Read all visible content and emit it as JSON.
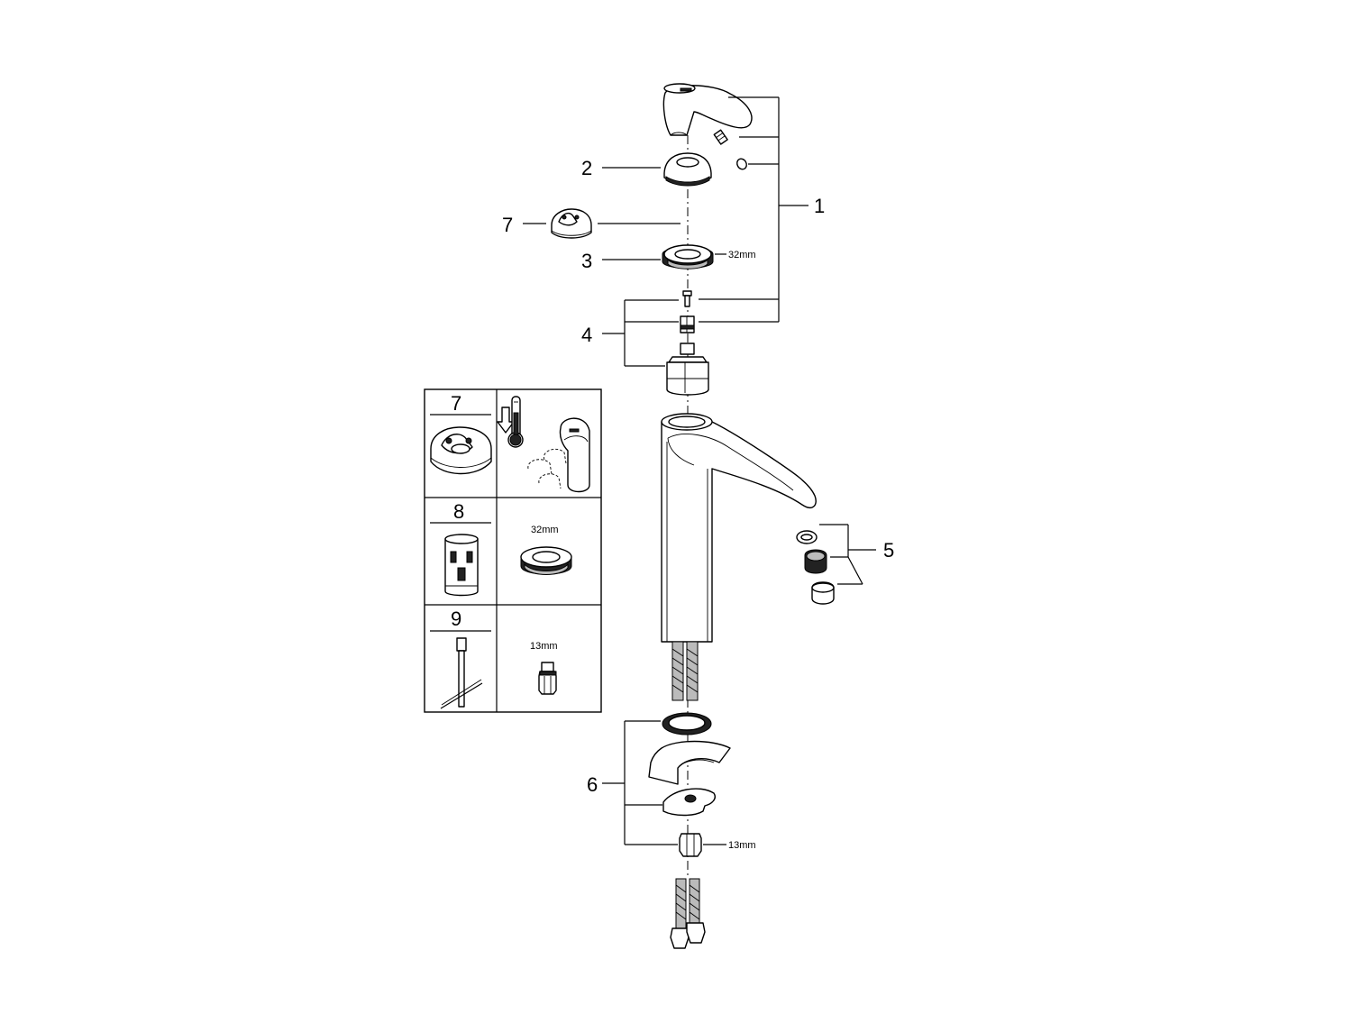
{
  "callouts": {
    "c1": "1",
    "c2": "2",
    "c3": "3",
    "c4": "4",
    "c5": "5",
    "c6": "6",
    "c7": "7"
  },
  "dimensions": {
    "nut_size": "32mm",
    "fitting_size": "13mm"
  },
  "inset_table": {
    "row1": {
      "number": "7"
    },
    "row2": {
      "number": "8",
      "dimension": "32mm"
    },
    "row3": {
      "number": "9",
      "dimension": "13mm"
    }
  },
  "icons": [
    "thermometer-icon",
    "down-arrow-icon",
    "lever-handle-icon"
  ]
}
